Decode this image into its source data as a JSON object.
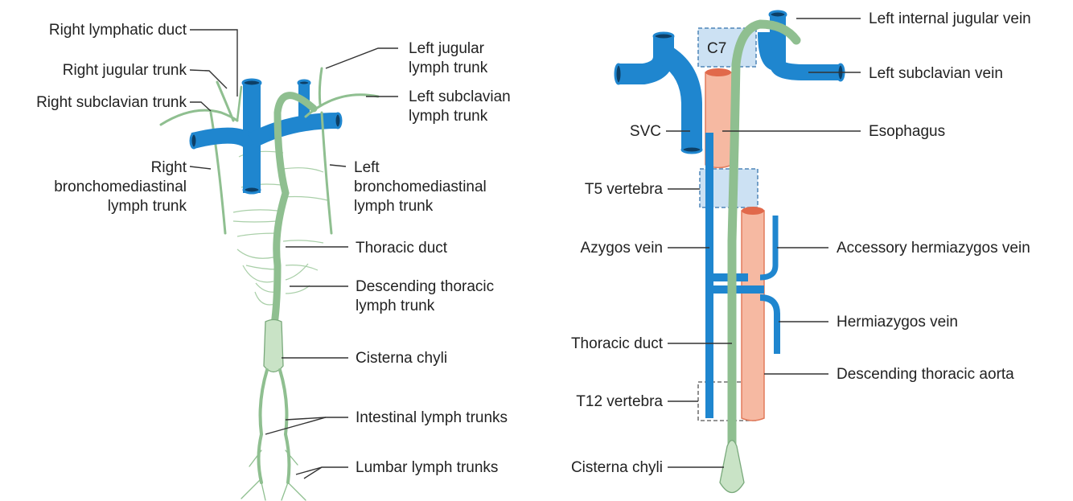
{
  "left_panel": {
    "labels": {
      "right_lymphatic_duct": "Right lymphatic duct",
      "right_jugular_trunk": "Right jugular trunk",
      "right_subclavian_trunk": "Right subclavian trunk",
      "right_broncho_1": "Right",
      "right_broncho_2": "bronchomediastinal",
      "right_broncho_3": "lymph trunk",
      "left_jugular_1": "Left jugular",
      "left_jugular_2": "lymph trunk",
      "left_subclavian_1": "Left subclavian",
      "left_subclavian_2": "lymph trunk",
      "left_broncho_1": "Left",
      "left_broncho_2": "bronchomediastinal",
      "left_broncho_3": "lymph trunk",
      "thoracic_duct": "Thoracic duct",
      "descending_1": "Descending thoracic",
      "descending_2": "lymph trunk",
      "cisterna_chyli": "Cisterna chyli",
      "intestinal": "Intestinal lymph trunks",
      "lumbar": "Lumbar lymph trunks"
    }
  },
  "right_panel": {
    "labels": {
      "left_internal_jugular": "Left internal jugular vein",
      "c7": "C7",
      "left_subclavian_vein": "Left subclavian vein",
      "svc": "SVC",
      "esophagus": "Esophagus",
      "t5": "T5 vertebra",
      "azygos": "Azygos vein",
      "accessory_hemiazygos": "Accessory hermiazygos vein",
      "hemiazygos": "Hermiazygos vein",
      "thoracic_duct": "Thoracic duct",
      "descending_aorta": "Descending thoracic aorta",
      "t12": "T12 vertebra",
      "cisterna_chyli": "Cisterna chyli"
    }
  },
  "colors": {
    "vein": "#1f86cf",
    "lymph": "#c9e3c6",
    "aorta": "#f6b9a2",
    "vertebra_box": "#4f86b8"
  }
}
